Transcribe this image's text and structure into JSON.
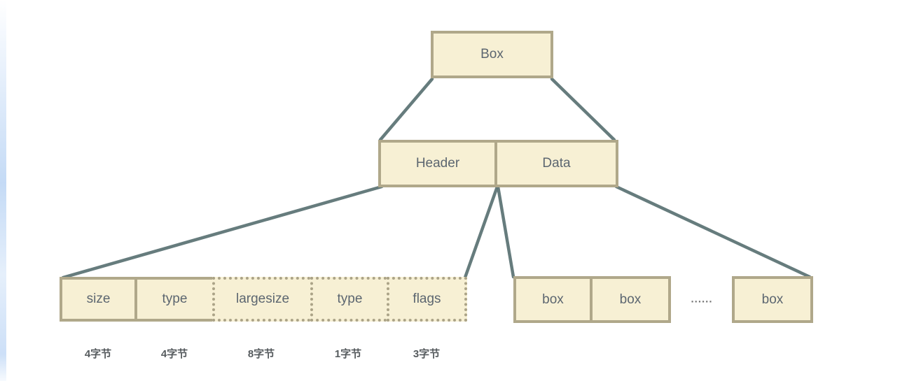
{
  "colors": {
    "box_fill": "#f7f0d4",
    "box_border_solid": "#b0a88a",
    "box_border_dotted": "#aba387",
    "connector_line": "#5e7577",
    "box_text": "#5c6670",
    "byte_label_text": "#565b5e",
    "left_edge_tint": "#bad4f4"
  },
  "nodes": {
    "root": {
      "label": "Box"
    },
    "header": {
      "label": "Header"
    },
    "data": {
      "label": "Data"
    }
  },
  "header_fields": [
    {
      "label": "size",
      "bytes": "4字节",
      "border": "solid"
    },
    {
      "label": "type",
      "bytes": "4字节",
      "border": "solid"
    },
    {
      "label": "largesize",
      "bytes": "8字节",
      "border": "dotted"
    },
    {
      "label": "type",
      "bytes": "1字节",
      "border": "dotted"
    },
    {
      "label": "flags",
      "bytes": "3字节",
      "border": "dotted"
    }
  ],
  "data_children": {
    "first": {
      "label": "box"
    },
    "second": {
      "label": "box"
    },
    "ellipsis": "......",
    "last": {
      "label": "box"
    }
  }
}
